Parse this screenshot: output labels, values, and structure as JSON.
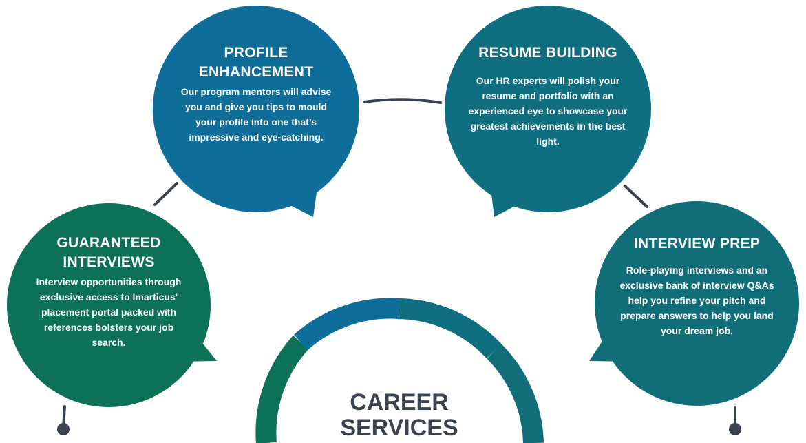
{
  "colors": {
    "blue": "#0f6e99",
    "teal": "#0f6e7f",
    "teal_dark": "#116d77",
    "green": "#0d7157",
    "connector": "#3c4350",
    "center_text": "#3c4350"
  },
  "center": {
    "title_line1": "CAREER",
    "title_line2": "SERVICES"
  },
  "nodes": {
    "profile": {
      "title": "PROFILE ENHANCEMENT",
      "text": "Our program mentors will advise you and give you tips to mould your profile into one that’s impressive and eye-catching."
    },
    "resume": {
      "title": "RESUME BUILDING",
      "text": "Our HR experts will polish your resume and portfolio with an experienced eye to showcase your greatest achievements in the best light."
    },
    "guaranteed": {
      "title": "GUARANTEED INTERVIEWS",
      "text": "Interview opportunities through exclusive access to Imarticus' placement portal packed with references bolsters your job search."
    },
    "interview": {
      "title": "INTERVIEW PREP",
      "text": "Role-playing interviews and an exclusive bank of interview Q&As help you refine your pitch and prepare answers to help you land your dream job."
    }
  }
}
